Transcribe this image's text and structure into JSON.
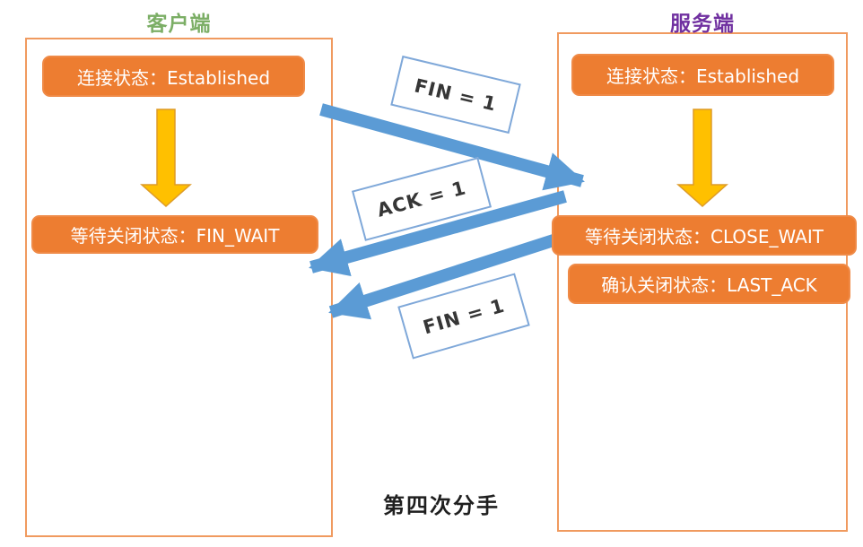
{
  "diagram": {
    "caption": "第四次分手"
  },
  "client": {
    "title": "客户端",
    "title_color": "#7BAE65",
    "states": {
      "established": "连接状态：Established",
      "fin_wait": "等待关闭状态：FIN_WAIT"
    }
  },
  "server": {
    "title": "服务端",
    "title_color": "#7030A0",
    "states": {
      "established": "连接状态：Established",
      "close_wait": "等待关闭状态：CLOSE_WAIT",
      "last_ack": "确认关闭状态：LAST_ACK"
    }
  },
  "messages": {
    "fin_top": "FIN = 1",
    "ack": "ACK = 1",
    "fin_bottom": "FIN = 1"
  },
  "palette": {
    "state_box_fill": "#ED7D31",
    "state_box_text": "#FFFFFF",
    "blue_arrow": "#5B9BD5",
    "down_arrow_fill": "#FFC000",
    "down_arrow_border": "#DD9B28",
    "column_border": "#F09A5F",
    "label_border": "#7FA8D9",
    "caption_color": "#1F1F1F"
  }
}
